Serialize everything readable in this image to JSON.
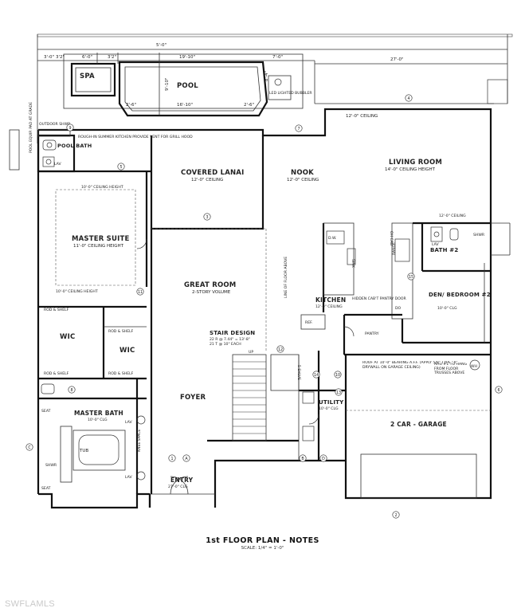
{
  "rooms": {
    "spa": "SPA",
    "pool": "POOL",
    "bubbler": "LED LIGHTED BUBBLER",
    "pool_bath": "POOL BATH",
    "outdoor_shwr": "OUTDOOR SHWR",
    "pool_equip": "POOL EQUIP. PAD AT GRADE",
    "summer_kitchen_note": "ROUGH-IN SUMMER KITCHEN PROVIDE VENT FOR GRILL HOOD",
    "covered_lanai": "COVERED LANAI",
    "covered_lanai_ceiling": "12'-0\" CEILING",
    "nook": "NOOK",
    "nook_ceiling": "12'-0\" CEILING",
    "living_room": "LIVING ROOM",
    "living_ceiling": "14'-0\" CEILING HEIGHT",
    "living_top_ceiling": "12'-0\" CEILING",
    "master_suite": "MASTER SUITE",
    "master_suite_ceiling": "11'-0\" CEILING HEIGHT",
    "master_ceiling_top": "10'-0\" CEILING HEIGHT",
    "master_ceiling_bottom": "10'-0\" CEILING HEIGHT",
    "great_room": "GREAT ROOM",
    "great_room_volume": "2-STORY VOLUME",
    "line_above": "LINE OF FLOOR ABOVE",
    "kitchen": "KITCHEN",
    "kitchen_ceiling": "12'-0\" CEILING",
    "pantry_door": "HIDDEN CAB'T PANTRY DOOR",
    "pantry": "PANTRY",
    "ref": "REF.",
    "bath2": "BATH #2",
    "bath2_ceiling": "12'-0\" CEILING",
    "den": "DEN/ BEDROOM #2",
    "den_ceiling": "10'-0\" CLG",
    "stair_design": "STAIR DESIGN",
    "stair_spec1": "22 R @ 7.44\" = 13'-8\"",
    "stair_spec2": "21 T @ 10\" EACH",
    "up": "UP",
    "wic1": "WIC",
    "wic2": "WIC",
    "rod_shelf": "ROD & SHELF",
    "foyer": "FOYER",
    "master_bath": "MASTER BATH",
    "master_bath_ceiling": "10'-0\" CLG",
    "tub": "TUB",
    "shwr": "SHWR",
    "lav": "LAV",
    "seat": "SEAT",
    "knee_space": "KNEE SPACE",
    "utility": "UTILITY",
    "utility_ceiling": "10'-0\" CLG",
    "shelves": "5 SHLVS",
    "garage": "2 CAR - GARAGE",
    "garage_note": "ROOF AT 10'-0\" BEARING A.F.F. (APPLY 5/8\" TYPE \"X\" DRYWALL ON GARAGE CEILING)",
    "ahu": "AHU #1 TO HANG FROM FLOOR TRUSSES ABOVE",
    "entry": "ENTRY",
    "entry_ceiling": "27'-0\" CLG",
    "dw": "D.W.",
    "sink": "SINK",
    "range": "RANGE",
    "oh_cab": "OH CAB",
    "do": "DO",
    "wh": "WH"
  },
  "dimensions": {
    "d_3_0": "3'-0\"",
    "d_3_2a": "3'2\"",
    "d_6_0": "6'-0\"",
    "d_3_2b": "3'2\"",
    "d_19_10": "19'-10\"",
    "d_7_0": "7'-0\"",
    "d_27_0": "27'-0\"",
    "d_16_10": "16'-10\"",
    "d_9_10": "9'-10\"",
    "d_2_6a": "2'-6\"",
    "d_2_6b": "2'-6\"",
    "d_5_0": "5'-0\"",
    "d_8_4": "8'-4\""
  },
  "markers": [
    "1",
    "2",
    "3",
    "4",
    "5",
    "6",
    "7",
    "8",
    "9",
    "10",
    "11",
    "12",
    "13",
    "14",
    "15",
    "A",
    "B",
    "C",
    "D"
  ],
  "title": {
    "main": "1st FLOOR PLAN - NOTES",
    "scale": "SCALE: 1/4\" = 1'-0\""
  },
  "watermark": "SWFLAMLS",
  "colors": {
    "ink": "#111111",
    "paper": "#ffffff",
    "watermark": "#c9c9c9"
  }
}
